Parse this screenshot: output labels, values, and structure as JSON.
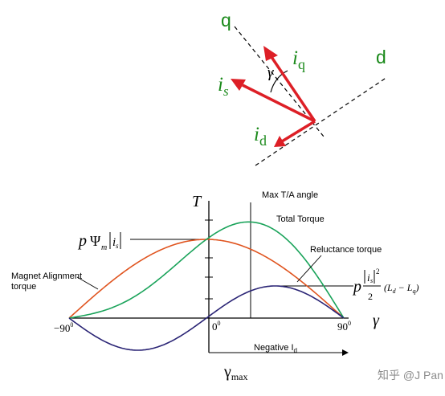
{
  "vector_diagram": {
    "q_axis_label": "q",
    "d_axis_label": "d",
    "gamma_label": "γ",
    "iq_main": "i",
    "iq_sub": "q",
    "is_main": "i",
    "is_sub": "s",
    "id_main": "i",
    "id_sub": "d"
  },
  "torque_chart": {
    "y_axis_label": "T",
    "x_axis_label": "γ",
    "x_tick_left": "−90",
    "x_tick_zero": "0",
    "x_tick_right": "90",
    "degree_mark": "0",
    "max_ta_label": "Max T/A angle",
    "total_torque_label": "Total Torque",
    "reluctance_label": "Reluctance torque",
    "magnet_label_line1": "Magnet Alignment",
    "magnet_label_line2": "torque",
    "magnet_peak_p": "p",
    "magnet_peak_psi": "Ψ",
    "magnet_peak_m": "m",
    "magnet_peak_i": "i",
    "magnet_peak_s": "s",
    "rel_peak_p": "p",
    "rel_peak_i": "i",
    "rel_peak_s": "s",
    "rel_peak_exp": "2",
    "rel_peak_den": "2",
    "rel_peak_paren": "(L",
    "rel_peak_d": "d",
    "rel_peak_minus": " − L",
    "rel_peak_q": "q",
    "rel_peak_close": ")",
    "negative_id_label": "Negative I",
    "negative_id_sub": "d",
    "gamma_max_main": "γ",
    "gamma_max_sub": "max",
    "colors": {
      "magnet": "#e0541f",
      "total": "#1aa35a",
      "reluctance": "#2a2475",
      "vector": "#dd1f26",
      "axis_label": "#1b8a1b"
    }
  },
  "watermark": "知乎 @J Pan"
}
